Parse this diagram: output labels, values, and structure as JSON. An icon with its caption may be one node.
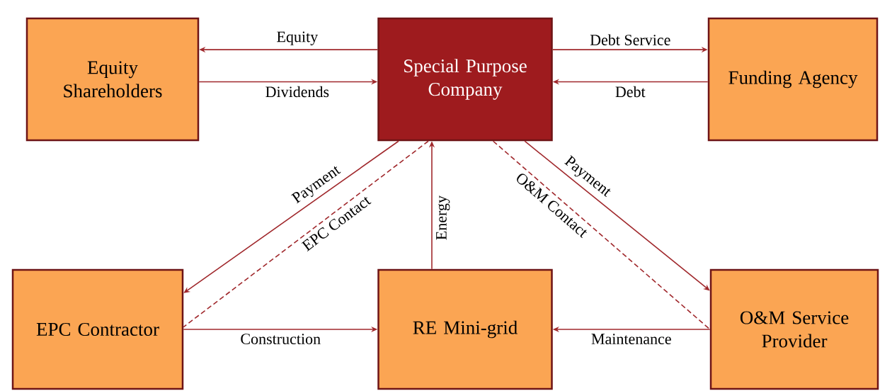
{
  "diagram": {
    "nodes": [
      {
        "text": [
          "Equity Shareholders"
        ]
      },
      {
        "text": [
          "Special Purpose Company"
        ]
      },
      {
        "text": [
          "Funding Agency"
        ]
      },
      {
        "text": [
          "EPC Contractor"
        ]
      },
      {
        "text": [
          "RE Mini-grid"
        ]
      },
      {
        "text": [
          "O&M Service Provider"
        ]
      }
    ],
    "edges": [
      {
        "from": 1,
        "to": 0,
        "arrow": "to",
        "label": "Equity"
      },
      {
        "from": 0,
        "to": 1,
        "arrow": "to",
        "label": "Dividends"
      },
      {
        "from": 1,
        "to": 2,
        "arrow": "to",
        "label": "Debt Service"
      },
      {
        "from": 2,
        "to": 1,
        "arrow": "to",
        "label": "Debt"
      },
      {
        "from": 1,
        "to": 3,
        "arrow": "to",
        "label": "Payment"
      },
      {
        "from": 1,
        "to": 3,
        "arrow": "none",
        "label": "EPC Contact",
        "style": "dashed"
      },
      {
        "from": 4,
        "to": 1,
        "arrow": "to",
        "label": "Energy"
      },
      {
        "from": 1,
        "to": 5,
        "arrow": "to",
        "label": "Payment"
      },
      {
        "from": 1,
        "to": 5,
        "arrow": "none",
        "label": "O&M Contact",
        "style": "dashed"
      },
      {
        "from": 3,
        "to": 4,
        "arrow": "to",
        "label": "Construction"
      },
      {
        "from": 5,
        "to": 4,
        "arrow": "to",
        "label": "Maintenance"
      }
    ]
  }
}
